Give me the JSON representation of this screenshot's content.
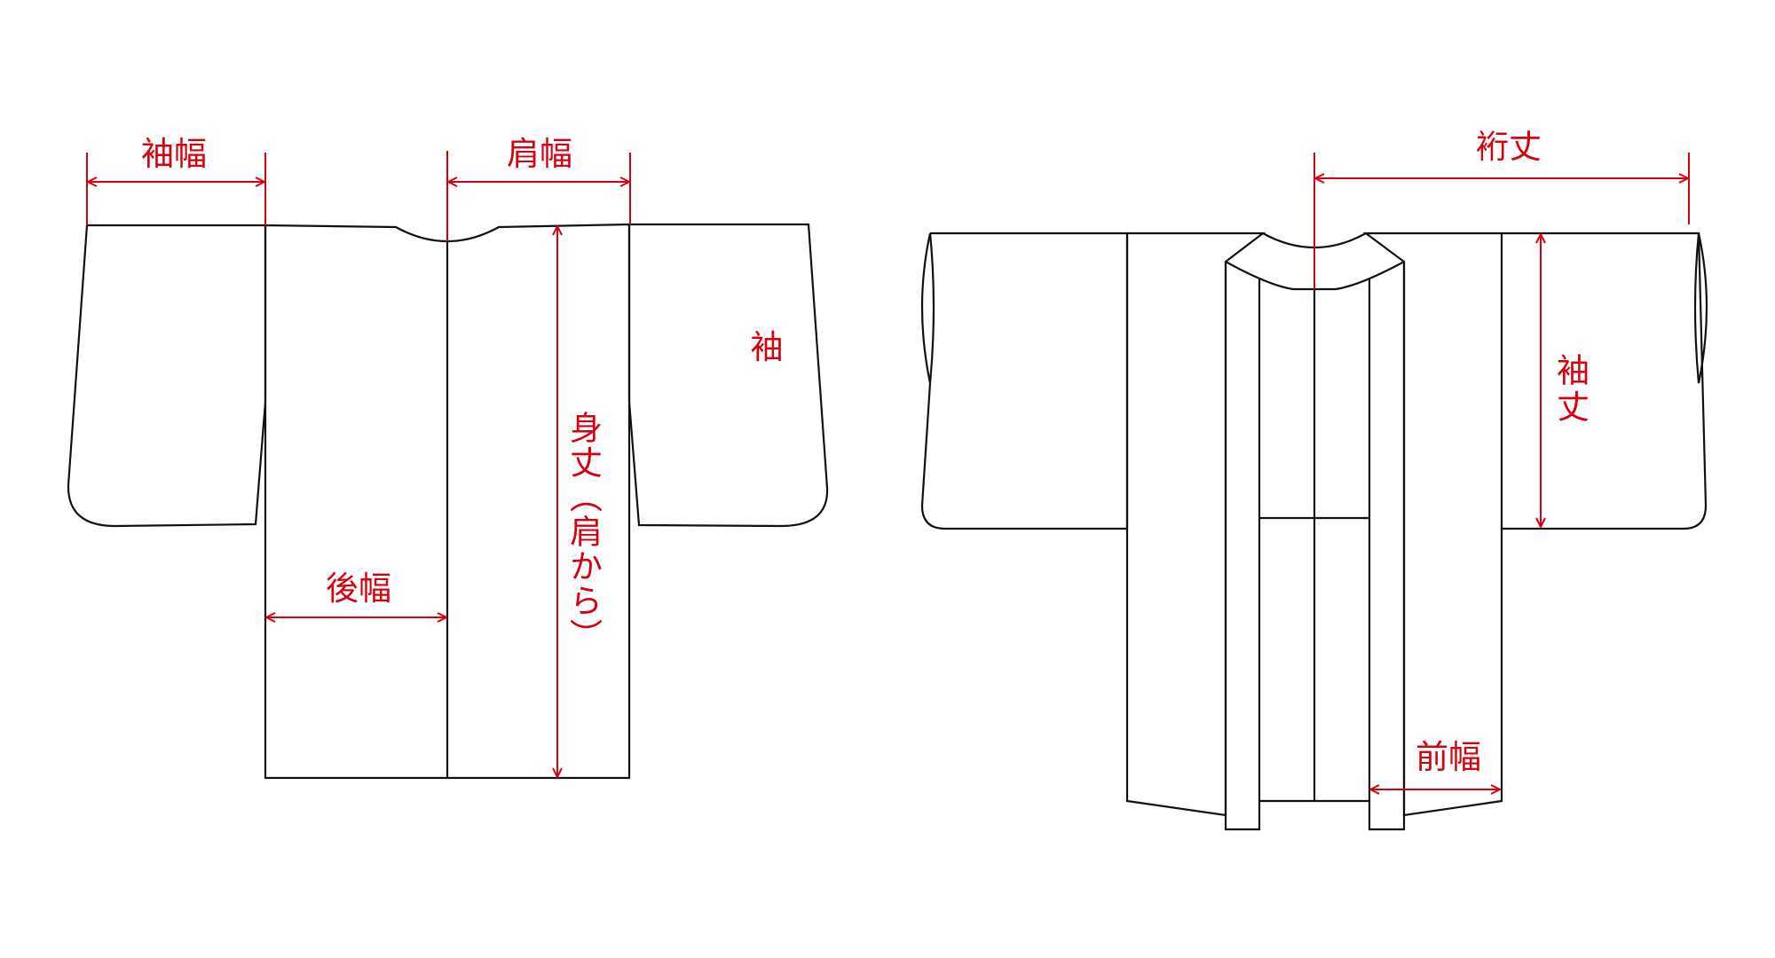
{
  "diagram": {
    "title": "",
    "colors": {
      "outline": "#111111",
      "dimension": "#d7000f",
      "background": "#ffffff"
    },
    "back_view": {
      "labels": {
        "sleeve_width": "袖幅",
        "shoulder_width": "肩幅",
        "sleeve": "袖",
        "back_width": "後幅",
        "body_length": "身丈（肩から）"
      }
    },
    "front_view": {
      "labels": {
        "yuki_length": "裄丈",
        "sleeve_length": "袖丈",
        "front_width": "前幅"
      }
    }
  }
}
